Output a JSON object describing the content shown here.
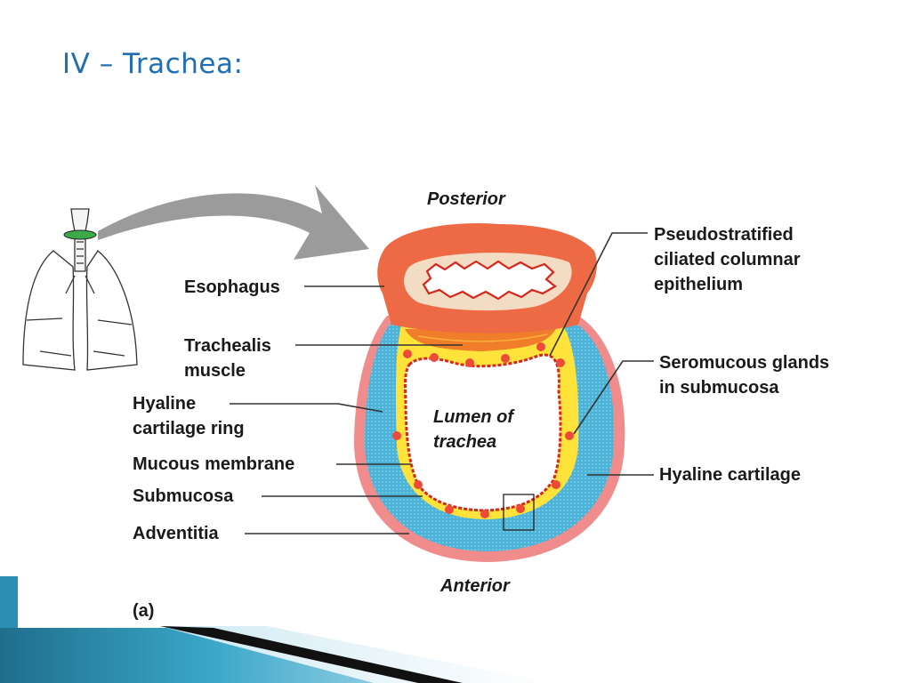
{
  "slide": {
    "title": "IV – Trachea:"
  },
  "diagram": {
    "orientation": {
      "top": "Posterior",
      "bottom": "Anterior"
    },
    "lumen_label": [
      "Lumen of",
      "trachea"
    ],
    "panel_label": "(a)",
    "labels_left": [
      {
        "lines": [
          "Esophagus"
        ]
      },
      {
        "lines": [
          "Trachealis",
          "muscle"
        ]
      },
      {
        "lines": [
          "Hyaline",
          "cartilage ring"
        ]
      },
      {
        "lines": [
          "Mucous membrane"
        ]
      },
      {
        "lines": [
          "Submucosa"
        ]
      },
      {
        "lines": [
          "Adventitia"
        ]
      }
    ],
    "labels_right": [
      {
        "lines": [
          "Pseudostratified",
          "ciliated columnar",
          "epithelium"
        ]
      },
      {
        "lines": [
          "Seromucous glands",
          "in submucosa"
        ]
      },
      {
        "lines": [
          "Hyaline cartilage"
        ]
      }
    ],
    "colors": {
      "esophagus_outer": "#ee6a45",
      "esophagus_inner": "#f3dcc4",
      "adventitia": "#f08c8c",
      "cartilage": "#4cb3d8",
      "submucosa": "#ffe23a",
      "mucosa_line": "#d8261b",
      "arrow": "#9b9b9b"
    }
  }
}
